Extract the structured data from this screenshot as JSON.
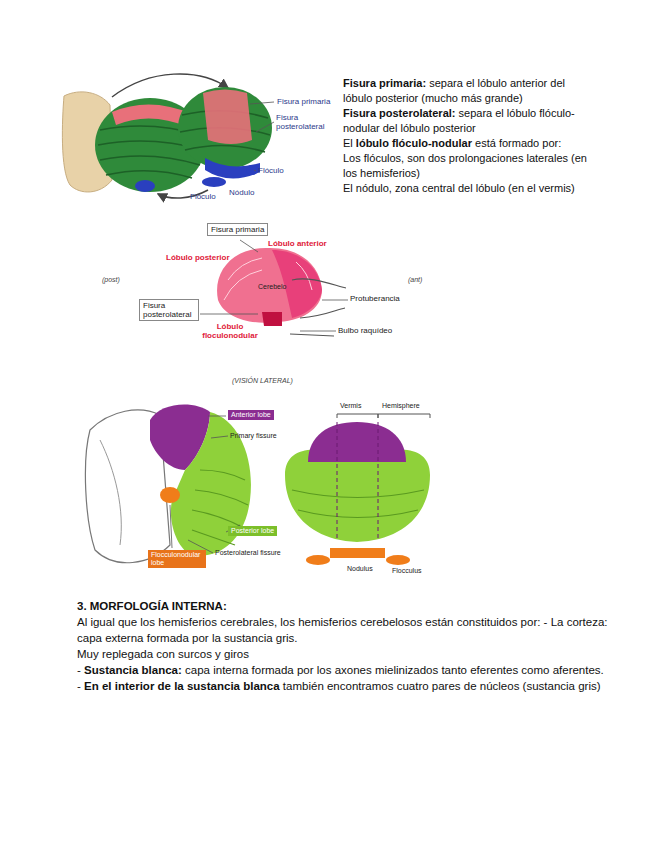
{
  "diagram": {
    "nodes": [
      {
        "text": [
          "Fisura primaria"
        ]
      },
      {
        "text": [
          "Fisura posterolateral"
        ]
      },
      {
        "text": [
          "Anterior lobe"
        ]
      },
      {
        "text": [
          "Posterior lobe"
        ]
      },
      {
        "text": [
          "Flocculonodular lobe"
        ]
      }
    ],
    "labels": [
      "Fisura primaria:",
      "separa el lóbulo anterior del lóbulo posterior (mucho más grande)",
      "Fisura posterolateral:",
      "separa el lóbulo flóculo-nodular del lóbulo posterior",
      "El",
      "lóbulo flóculo-nodular",
      "está formado por:",
      "Los flóculos, son dos prolongaciones laterales (en los hemisferios)",
      "El nódulo, zona central del lóbulo (en el vermis)",
      "Fisura primaria",
      "Fisura posterolateral",
      "Flóculo",
      "Nódulo",
      "Flóculo",
      "Lóbulo anterior",
      "Lóbulo posterior",
      "Cerebelo",
      "Protuberancia",
      "Bulbo raquídeo",
      "Lóbulo floculonodular",
      "(post)",
      "(ant)",
      "(VISIÓN LATERAL)",
      "Primary fissure",
      "Posterolateral fissure",
      "Vermis",
      "Hemisphere",
      "Nodulus",
      "Flocculus",
      "3. MORFOLOGÍA INTERNA:",
      "Al igual que los hemisferios cerebrales, los hemisferios cerebelosos están constituidos por: - La corteza: capa externa formada por la sustancia gris.",
      "Muy replegada con surcos y giros",
      "-",
      "Sustancia blanca:",
      "capa interna formada por los axones mielinizados tanto eferentes como aferentes.",
      "-",
      "En el interior de la sustancia blanca",
      "también encontramos cuatro pares de núcleos (sustancia gris)"
    ]
  }
}
